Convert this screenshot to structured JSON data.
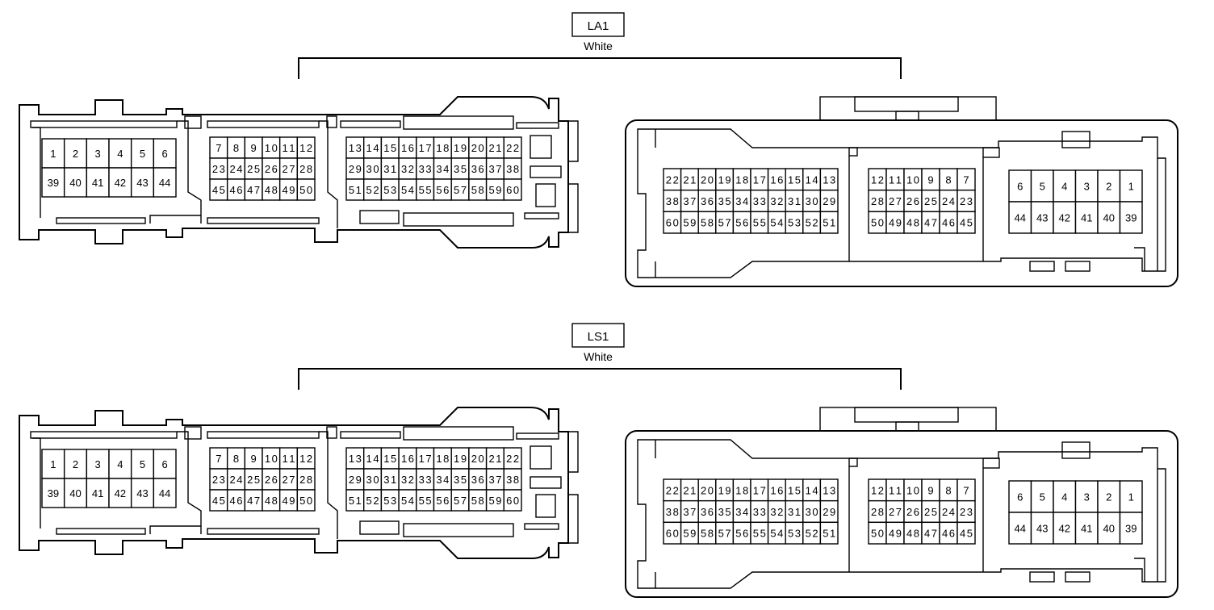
{
  "connectors": [
    {
      "code": "LA1",
      "color": "White",
      "left_blocks": [
        {
          "rows": [
            [
              "1",
              "2",
              "3",
              "4",
              "5",
              "6"
            ],
            [
              "39",
              "40",
              "41",
              "42",
              "43",
              "44"
            ]
          ]
        },
        {
          "rows": [
            [
              "7",
              "8",
              "9",
              "10",
              "11",
              "12"
            ],
            [
              "23",
              "24",
              "25",
              "26",
              "27",
              "28"
            ],
            [
              "45",
              "46",
              "47",
              "48",
              "49",
              "50"
            ]
          ]
        },
        {
          "rows": [
            [
              "13",
              "14",
              "15",
              "16",
              "17",
              "18",
              "19",
              "20",
              "21",
              "22"
            ],
            [
              "29",
              "30",
              "31",
              "32",
              "33",
              "34",
              "35",
              "36",
              "37",
              "38"
            ],
            [
              "51",
              "52",
              "53",
              "54",
              "55",
              "56",
              "57",
              "58",
              "59",
              "60"
            ]
          ]
        }
      ],
      "right_blocks": [
        {
          "rows": [
            [
              "22",
              "21",
              "20",
              "19",
              "18",
              "17",
              "16",
              "15",
              "14",
              "13"
            ],
            [
              "38",
              "37",
              "36",
              "35",
              "34",
              "33",
              "32",
              "31",
              "30",
              "29"
            ],
            [
              "60",
              "59",
              "58",
              "57",
              "56",
              "55",
              "54",
              "53",
              "52",
              "51"
            ]
          ]
        },
        {
          "rows": [
            [
              "12",
              "11",
              "10",
              "9",
              "8",
              "7"
            ],
            [
              "28",
              "27",
              "26",
              "25",
              "24",
              "23"
            ],
            [
              "50",
              "49",
              "48",
              "47",
              "46",
              "45"
            ]
          ]
        },
        {
          "rows": [
            [
              "6",
              "5",
              "4",
              "3",
              "2",
              "1"
            ],
            [
              "44",
              "43",
              "42",
              "41",
              "40",
              "39"
            ]
          ]
        }
      ]
    },
    {
      "code": "LS1",
      "color": "White",
      "left_blocks": [
        {
          "rows": [
            [
              "1",
              "2",
              "3",
              "4",
              "5",
              "6"
            ],
            [
              "39",
              "40",
              "41",
              "42",
              "43",
              "44"
            ]
          ]
        },
        {
          "rows": [
            [
              "7",
              "8",
              "9",
              "10",
              "11",
              "12"
            ],
            [
              "23",
              "24",
              "25",
              "26",
              "27",
              "28"
            ],
            [
              "45",
              "46",
              "47",
              "48",
              "49",
              "50"
            ]
          ]
        },
        {
          "rows": [
            [
              "13",
              "14",
              "15",
              "16",
              "17",
              "18",
              "19",
              "20",
              "21",
              "22"
            ],
            [
              "29",
              "30",
              "31",
              "32",
              "33",
              "34",
              "35",
              "36",
              "37",
              "38"
            ],
            [
              "51",
              "52",
              "53",
              "54",
              "55",
              "56",
              "57",
              "58",
              "59",
              "60"
            ]
          ]
        }
      ],
      "right_blocks": [
        {
          "rows": [
            [
              "22",
              "21",
              "20",
              "19",
              "18",
              "17",
              "16",
              "15",
              "14",
              "13"
            ],
            [
              "38",
              "37",
              "36",
              "35",
              "34",
              "33",
              "32",
              "31",
              "30",
              "29"
            ],
            [
              "60",
              "59",
              "58",
              "57",
              "56",
              "55",
              "54",
              "53",
              "52",
              "51"
            ]
          ]
        },
        {
          "rows": [
            [
              "12",
              "11",
              "10",
              "9",
              "8",
              "7"
            ],
            [
              "28",
              "27",
              "26",
              "25",
              "24",
              "23"
            ],
            [
              "50",
              "49",
              "48",
              "47",
              "46",
              "45"
            ]
          ]
        },
        {
          "rows": [
            [
              "6",
              "5",
              "4",
              "3",
              "2",
              "1"
            ],
            [
              "44",
              "43",
              "42",
              "41",
              "40",
              "39"
            ]
          ]
        }
      ]
    }
  ]
}
